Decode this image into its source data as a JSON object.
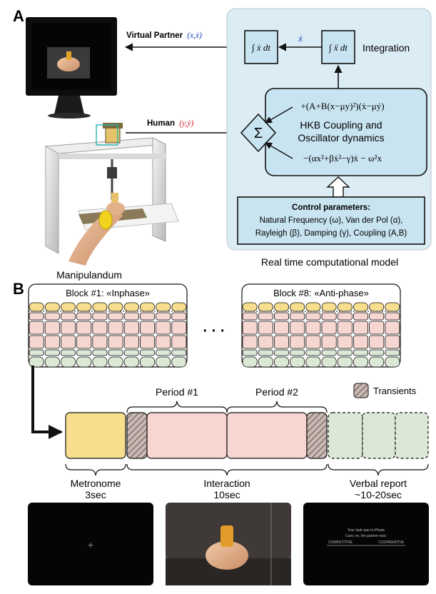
{
  "panel_a": {
    "label": "A",
    "virtual_partner_label": "Virtual Partner",
    "virtual_partner_vars": "(x,ẋ)",
    "human_label": "Human",
    "human_vars": "(y,ẏ)",
    "integral_1": "∫ ẋ dt",
    "integral_2": "∫ ẍ dt",
    "xdot": "ẋ",
    "integration_label": "Integration",
    "sigma": "Σ",
    "coupling_term": "+(A+B(x−μy)²)(ẋ−μẏ)",
    "model_title_1": "HKB Coupling and",
    "model_title_2": "Oscillator dynamics",
    "oscillator_term": "−(αx²+βẋ²−γ)ẋ − ω²x",
    "control_title": "Control parameters:",
    "control_line_1": "Natural Frequency (ω), Van der Pol (α),",
    "control_line_2": "Rayleigh (β), Damping (γ), Coupling (A,B)",
    "model_caption": "Real time computational model",
    "device_caption": "Manipulandum"
  },
  "panel_b": {
    "label": "B",
    "block_1": "Block #1: «Inphase»",
    "block_8": "Block #8: «Anti-phase»",
    "ellipsis": "· · ·",
    "period_1": "Period #1",
    "period_2": "Period #2",
    "transients_label": "Transients",
    "phase_1_name": "Metronome",
    "phase_1_time": "3sec",
    "phase_2_name": "Interaction",
    "phase_2_time": "10sec",
    "phase_3_name": "Verbal report",
    "phase_3_time": "~10-20sec",
    "screen_text_1": "Your task was In-Phase",
    "screen_text_2": "Carry on, the partner was:",
    "scale_left": "COMPETITIVE",
    "scale_right": "COOPERATIVE",
    "fixation": "+"
  },
  "colors": {
    "model_bg": "#dcecf5",
    "box_fill": "#c9e4f1",
    "metronome": "#f7de8e",
    "interaction": "#f6d6d1",
    "verbal": "#dbe8d6",
    "red_var": "#d01a1a",
    "blue_var": "#1a3fbf"
  }
}
